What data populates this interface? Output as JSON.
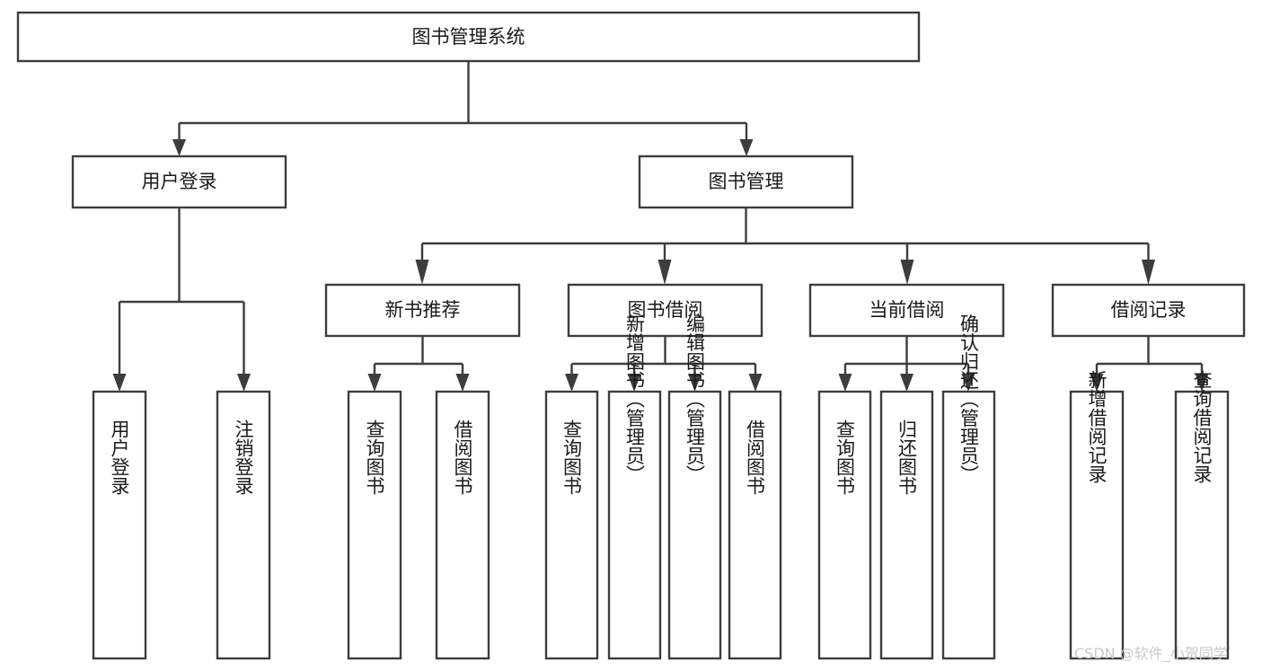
{
  "diagram": {
    "type": "tree",
    "title": "图书管理系统",
    "watermark": "CSDN @软件_小贺同学",
    "colors": {
      "stroke": "#3d3d3d",
      "box_fill": "#ffffff",
      "text": "#1a1a1a",
      "watermark": "#c9c9c9"
    },
    "root": {
      "label": "图书管理系统"
    },
    "level2": [
      {
        "label": "用户登录"
      },
      {
        "label": "图书管理"
      }
    ],
    "level3": [
      {
        "label": "新书推荐"
      },
      {
        "label": "图书借阅"
      },
      {
        "label": "当前借阅"
      },
      {
        "label": "借阅记录"
      }
    ],
    "leaves": {
      "user_login": [
        {
          "label": "用户登录"
        },
        {
          "label": "注销登录"
        }
      ],
      "new_book_recommend": [
        {
          "label": "查询图书"
        },
        {
          "label": "借阅图书"
        }
      ],
      "book_borrow": [
        {
          "label": "查询图书"
        },
        {
          "label": "新增图书（管理员）"
        },
        {
          "label": "编辑图书（管理员）"
        },
        {
          "label": "借阅图书"
        }
      ],
      "current_borrow": [
        {
          "label": "查询图书"
        },
        {
          "label": "归还图书"
        },
        {
          "label": "确认归还（管理员）"
        }
      ],
      "borrow_record": [
        {
          "label": "新增借阅记录"
        },
        {
          "label": "查询借阅记录"
        }
      ]
    }
  }
}
